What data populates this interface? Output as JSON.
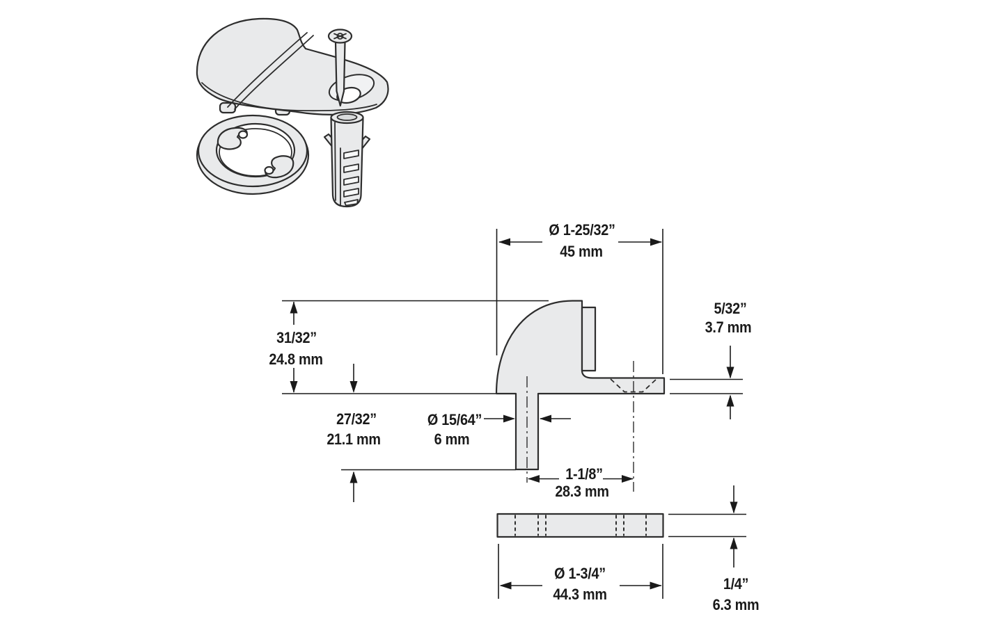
{
  "illustration": {
    "parts": [
      {
        "name": "dome-door-stop"
      },
      {
        "name": "mounting-screw"
      },
      {
        "name": "mounting-ring-base"
      },
      {
        "name": "wall-anchor"
      }
    ]
  },
  "dimensions": {
    "top_diameter": {
      "inch": "Ø 1-25/32”",
      "mm": "45 mm"
    },
    "dome_height": {
      "inch": "31/32”",
      "mm": "24.8 mm"
    },
    "post_length": {
      "inch": "27/32”",
      "mm": "21.1 mm"
    },
    "post_diameter": {
      "inch": "Ø 15/64”",
      "mm": "6 mm"
    },
    "flange_thickness": {
      "inch": "5/32”",
      "mm": "3.7 mm"
    },
    "hole_spacing": {
      "inch": "1-1/8”",
      "mm": "28.3 mm"
    },
    "base_diameter": {
      "inch": "Ø 1-3/4”",
      "mm": "44.3 mm"
    },
    "base_thickness": {
      "inch": "1/4”",
      "mm": "6.3 mm"
    }
  },
  "colors": {
    "background": "#ffffff",
    "part_fill": "#e9eaeb",
    "part_fill_light": "#f1f2f3",
    "hole_fill": "#ffffff",
    "outline": "#2d2d2d",
    "dimension_line": "#1a1a1a",
    "text": "#1a1a1a"
  }
}
